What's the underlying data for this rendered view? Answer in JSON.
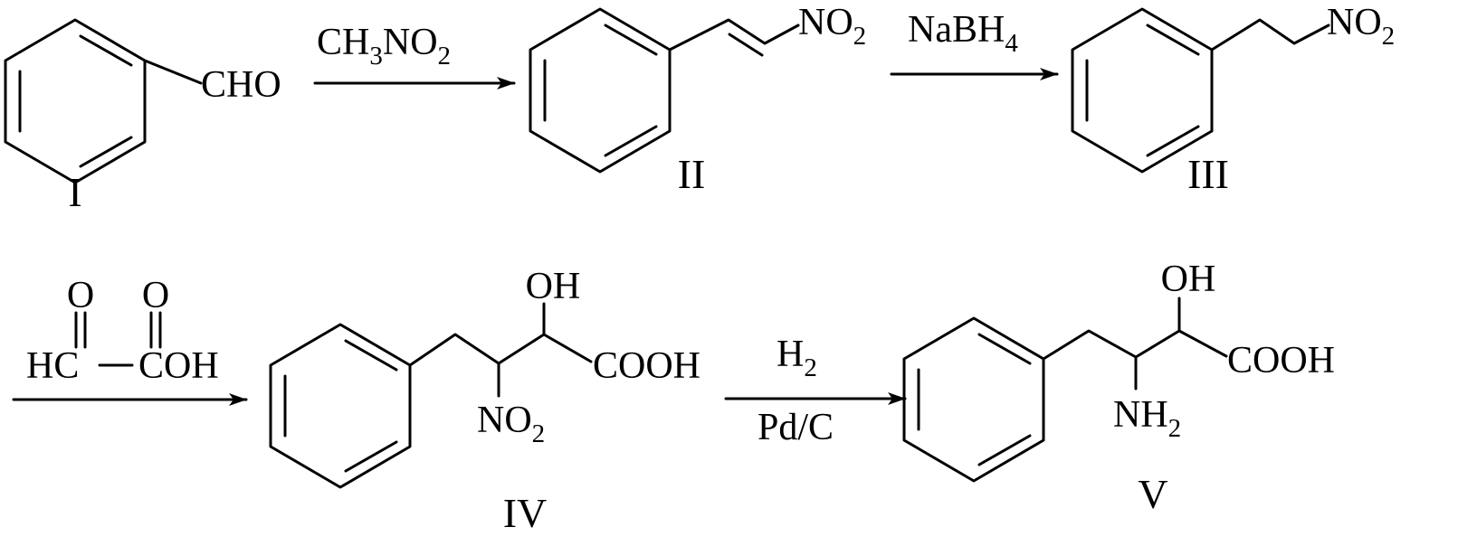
{
  "compounds": {
    "I": {
      "label": "I",
      "substituent": "CHO"
    },
    "II": {
      "label": "II",
      "group": {
        "main": "NO",
        "sub": "2"
      }
    },
    "III": {
      "label": "III",
      "group": {
        "main": "NO",
        "sub": "2"
      }
    },
    "IV": {
      "label": "IV",
      "acid": "COOH",
      "hydroxyl": "OH",
      "nitro": {
        "main": "NO",
        "sub": "2"
      }
    },
    "V": {
      "label": "V",
      "acid": "COOH",
      "hydroxyl": "OH",
      "amine": {
        "main": "NH",
        "sub": "2"
      }
    }
  },
  "reagents": {
    "step1": {
      "a": "CH",
      "b": "3",
      "c": "NO",
      "d": "2"
    },
    "step2": {
      "main": "NaBH",
      "sub": "4"
    },
    "step3": {
      "o1": "O",
      "o2": "O",
      "left": "HC",
      "right": "COH"
    },
    "step4": {
      "top_main": "H",
      "top_sub": "2",
      "bottom": "Pd/C"
    }
  }
}
